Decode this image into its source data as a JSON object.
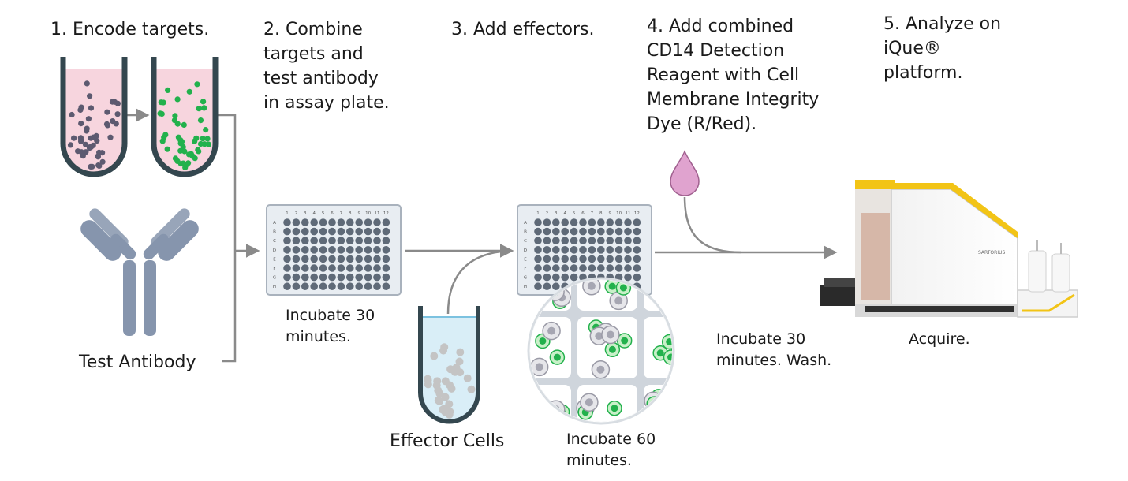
{
  "steps": {
    "s1": "1. Encode targets.",
    "s2": "2. Combine\ntargets and\ntest antibody\nin assay plate.",
    "s3": "3. Add effectors.",
    "s4": "4. Add combined\nCD14 Detection\nReagent with Cell\nMembrane Integrity\nDye (R/Red).",
    "s5": "5. Analyze on\niQue®\nplatform."
  },
  "labels": {
    "test_antibody": "Test Antibody",
    "effector_cells": "Effector Cells",
    "incubate_30": "Incubate 30\nminutes.",
    "incubate_60": "Incubate 60\nminutes.",
    "incubate_30_wash": "Incubate 30\nminutes. Wash.",
    "acquire": "Acquire."
  },
  "plate": {
    "columns": [
      "1",
      "2",
      "3",
      "4",
      "5",
      "6",
      "7",
      "8",
      "9",
      "10",
      "11",
      "12"
    ],
    "rows": [
      "A",
      "B",
      "C",
      "D",
      "E",
      "F",
      "G",
      "H"
    ]
  },
  "instrument": {
    "brand": "SARTORIUS"
  },
  "colors": {
    "line": "#8a8a8a",
    "tube_outline": "#34474f",
    "target_dot": "#5d5a70",
    "green_dot": "#22b14c",
    "liquid_pink": "#f7d5de",
    "liquid_blue": "#d9eef7",
    "well": "#5f6a78",
    "antibody": "#8695ad",
    "drop": "#e0a3cf",
    "accent_yellow": "#f2c416"
  }
}
